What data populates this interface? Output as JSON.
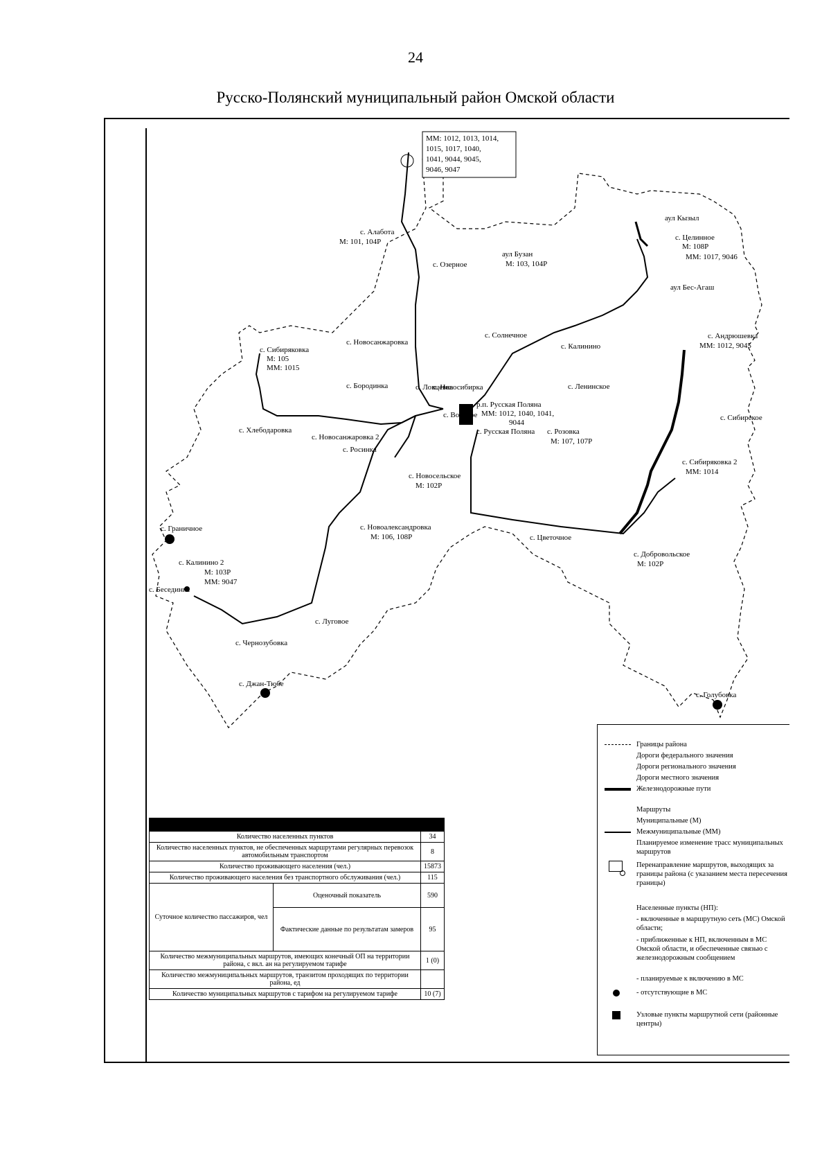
{
  "page_number": "24",
  "title": "Русско-Полянский муниципальный район Омской области",
  "map": {
    "callout_box": [
      "ММ: 1012, 1013, 1014,",
      "1015, 1017, 1040,",
      "1041, 9044, 9045,",
      "9046, 9047"
    ],
    "places": [
      {
        "name": "с. Алабота",
        "routes": "М: 101, 104Р"
      },
      {
        "name": "с. Озерное",
        "routes": ""
      },
      {
        "name": "аул Бузан",
        "routes": "М: 103, 104Р"
      },
      {
        "name": "аул Кызыл",
        "routes": ""
      },
      {
        "name": "с. Целинное",
        "routes": "М: 108Р",
        "routes2": "ММ: 1017, 9046"
      },
      {
        "name": "аул Бес-Агаш",
        "routes": ""
      },
      {
        "name": "с. Новосанжаровка",
        "routes": ""
      },
      {
        "name": "с. Сибиряковка",
        "routes": "М: 105",
        "routes2": "ММ: 1015"
      },
      {
        "name": "с. Солнечное",
        "routes": ""
      },
      {
        "name": "с. Калинино",
        "routes": ""
      },
      {
        "name": "с. Хлебодаровка",
        "routes": ""
      },
      {
        "name": "с. Новосанжаровка 2",
        "routes": ""
      },
      {
        "name": "с. Ловцевка",
        "routes": ""
      },
      {
        "name": "р.п. Русская Поляна",
        "routes": "ММ: 1012, 1040, 1041,",
        "routes2": "9044"
      },
      {
        "name": "с. Русская Поляна",
        "routes": ""
      },
      {
        "name": "с. Розовка",
        "routes": "М: 107, 107Р"
      },
      {
        "name": "с. Ленинское",
        "routes": ""
      },
      {
        "name": "с. Андрюшевка",
        "routes": "ММ: 1012, 9045"
      },
      {
        "name": "с. Сибирское",
        "routes": ""
      },
      {
        "name": "с. Сибиряковка 2",
        "routes": "ММ: 1014"
      },
      {
        "name": "с. Новоалександровка",
        "routes": "М: 106, 108Р"
      },
      {
        "name": "с. Новосельское",
        "routes": "М: 102Р"
      },
      {
        "name": "с. Цветочное",
        "routes": ""
      },
      {
        "name": "с. Добровольское",
        "routes": "М: 102Р"
      },
      {
        "name": "с. Граничное",
        "routes": ""
      },
      {
        "name": "с. Калинино 2",
        "routes": "М: 103Р",
        "routes2": "ММ: 9047"
      },
      {
        "name": "с. Бесединка",
        "routes": ""
      },
      {
        "name": "с. Луговое",
        "routes": ""
      },
      {
        "name": "с. Чернозубовка",
        "routes": ""
      },
      {
        "name": "с. Джан-Тюбе",
        "routes": ""
      },
      {
        "name": "с. Голубовка",
        "routes": ""
      },
      {
        "name": "с. Вострое",
        "routes": ""
      },
      {
        "name": "с. Росинка",
        "routes": ""
      },
      {
        "name": "с. Бородинка",
        "routes": ""
      },
      {
        "name": "с. Новосибирка",
        "routes": ""
      }
    ]
  },
  "legend": {
    "items": [
      {
        "type": "dashed",
        "text": "Границы района"
      },
      {
        "type": "none",
        "text": "Дороги федерального значения"
      },
      {
        "type": "none",
        "text": "Дороги регионального значения"
      },
      {
        "type": "none",
        "text": "Дороги местного значения"
      },
      {
        "type": "rail",
        "text": "Железнодорожные пути"
      },
      {
        "type": "none",
        "text": "Маршруты"
      },
      {
        "type": "none",
        "text": "Муниципальные (М)"
      },
      {
        "type": "solid",
        "text": "Межмуниципальные (ММ)"
      },
      {
        "type": "none",
        "text": "Планируемое изменение трасс муниципальных маршрутов"
      },
      {
        "type": "box",
        "text": "Перенаправление маршрутов, выходящих за границы района (с указанием места пересечения границы)"
      },
      {
        "type": "none",
        "text": "Населенные пункты (НП):"
      },
      {
        "type": "none",
        "text": "- включенные в маршрутную сеть (МС) Омской области;"
      },
      {
        "type": "none",
        "text": "- приближенные к НП, включенным в МС Омской области, и обеспеченные связью с железнодорожным сообщением"
      },
      {
        "type": "none",
        "text": "- планируемые к включению в МС"
      },
      {
        "type": "circle",
        "text": "- отсутствующие в МС"
      },
      {
        "type": "square",
        "text": "Узловые пункты маршрутной сети (районные центры)"
      }
    ]
  },
  "stats_table": {
    "header": "",
    "rows": [
      {
        "label": "Количество населенных пунктов",
        "value": "34"
      },
      {
        "label": "Количество населенных пунктов, не обеспеченных маршрутами регулярных перевозок автомобильным транспортом",
        "value": "8"
      },
      {
        "label": "Количество проживающего населения (чел.)",
        "value": "15873"
      },
      {
        "label": "Количество проживающего населения без транспортного обслуживания (чел.)",
        "value": "115"
      }
    ],
    "split_label": "Суточное количество пассажиров, чел",
    "split_rows": [
      {
        "sub": "Оценочный показатель",
        "value": "590"
      },
      {
        "sub": "Фактические данные по результатам замеров",
        "value": "95"
      }
    ],
    "bottom_rows": [
      {
        "label": "Количество межмуниципальных маршрутов, имеющих конечный ОП на территории района, с вкл. ан на регулируемом тарифе",
        "value": "1 (0)"
      },
      {
        "label": "Количество межмуниципальных маршрутов, транзитом проходящих по территории района, ед",
        "value": ""
      },
      {
        "label": "Количество муниципальных маршрутов с тарифом на регулируемом тарифе",
        "value": "10 (7)"
      }
    ]
  }
}
